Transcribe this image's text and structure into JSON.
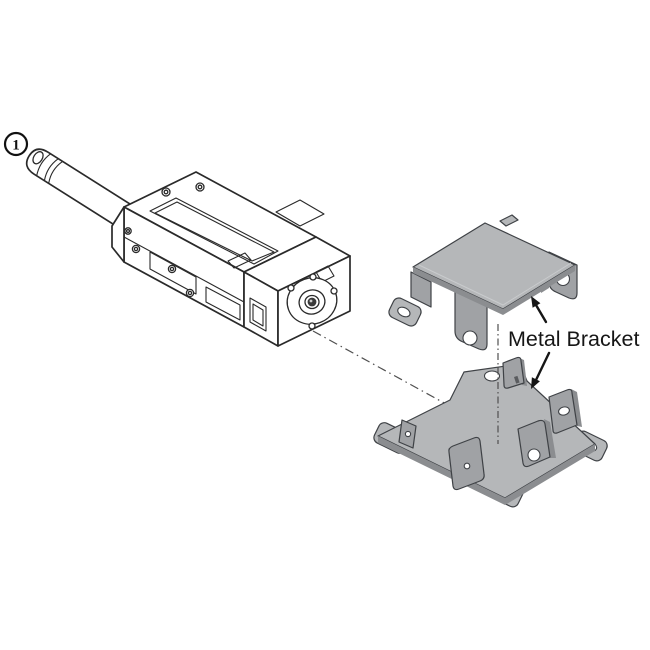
{
  "figure": {
    "step_marker": "1",
    "label": "Metal Bracket",
    "parts": [
      "actuator with piston rod",
      "upper metal bracket",
      "lower metal bracket"
    ],
    "colors": {
      "line": "#2a2a2a",
      "label": "#161616",
      "bracket_fill": "#b5b7b9",
      "bracket_side": "#a0a2a5",
      "bracket_edge": "#8b8d90",
      "bracket_line": "#3f4246"
    }
  }
}
